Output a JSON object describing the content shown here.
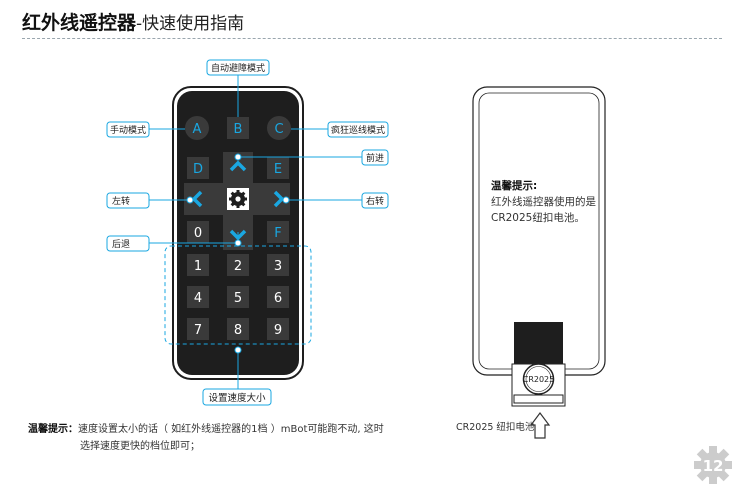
{
  "header": {
    "title_bold": "红外线遥控器",
    "title_sub": "-快速使用指南"
  },
  "remote": {
    "keys": {
      "A": "A",
      "B": "B",
      "C": "C",
      "D": "D",
      "E": "E",
      "F": "F",
      "zero": "0",
      "n1": "1",
      "n2": "2",
      "n3": "3",
      "n4": "4",
      "n5": "5",
      "n6": "6",
      "n7": "7",
      "n8": "8",
      "n9": "9"
    },
    "callouts": {
      "auto_avoid": "自动避障模式",
      "manual": "手动模式",
      "crazy_line": "疯狂巡线模式",
      "forward": "前进",
      "turn_left": "左转",
      "turn_right": "右转",
      "backward": "后退",
      "set_speed": "设置速度大小"
    }
  },
  "battery": {
    "tip_title": "温馨提示:",
    "tip_text": "红外线遥控器使用的是CR2025纽扣电池。",
    "cell_label": "CR2025",
    "caption": "CR2025 纽扣电池"
  },
  "note": {
    "label": "温馨提示：",
    "line1": "速度设置太小的话（ 如红外线遥控器的1档 ）mBot可能跑不动, 这时",
    "line2": "选择速度更快的档位即可；"
  },
  "page_number": "12",
  "colors": {
    "accent": "#1aa7e1",
    "remote_body": "#1e1e1e",
    "page_number": "#cccccc"
  }
}
